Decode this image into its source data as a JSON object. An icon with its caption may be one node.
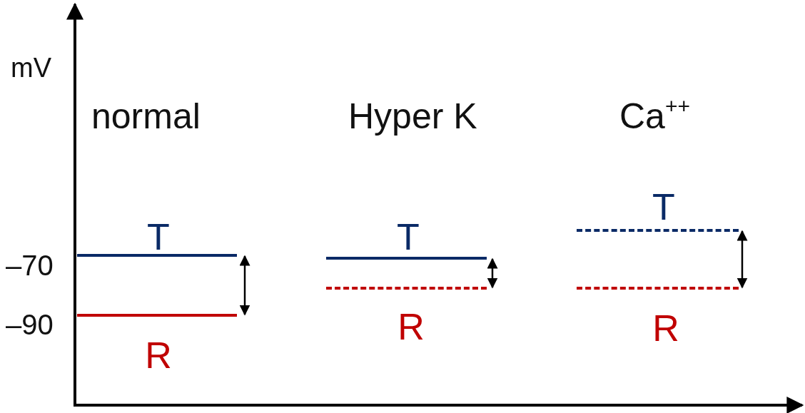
{
  "diagram": {
    "nodes": [
      {
        "text": [],
        "shape": "bar",
        "beside": [
          "T"
        ]
      },
      {
        "text": [],
        "shape": "bar",
        "beside": [
          "R"
        ]
      },
      {
        "text": [],
        "shape": "bar",
        "beside": [
          "T"
        ]
      },
      {
        "text": [],
        "shape": "bar",
        "beside": [
          "R"
        ]
      },
      {
        "text": [],
        "shape": "bar",
        "beside": [
          "T"
        ]
      },
      {
        "text": [],
        "shape": "bar",
        "beside": [
          "R"
        ]
      }
    ],
    "edges": [
      {
        "from": 0,
        "to": 1,
        "arrow": "both"
      },
      {
        "from": 2,
        "to": 3,
        "arrow": "both"
      },
      {
        "from": 4,
        "to": 5,
        "arrow": "both"
      }
    ],
    "labels": [
      "mV",
      "normal",
      "Hyper K",
      "Ca$^{++}$",
      "–70",
      "–90"
    ]
  }
}
